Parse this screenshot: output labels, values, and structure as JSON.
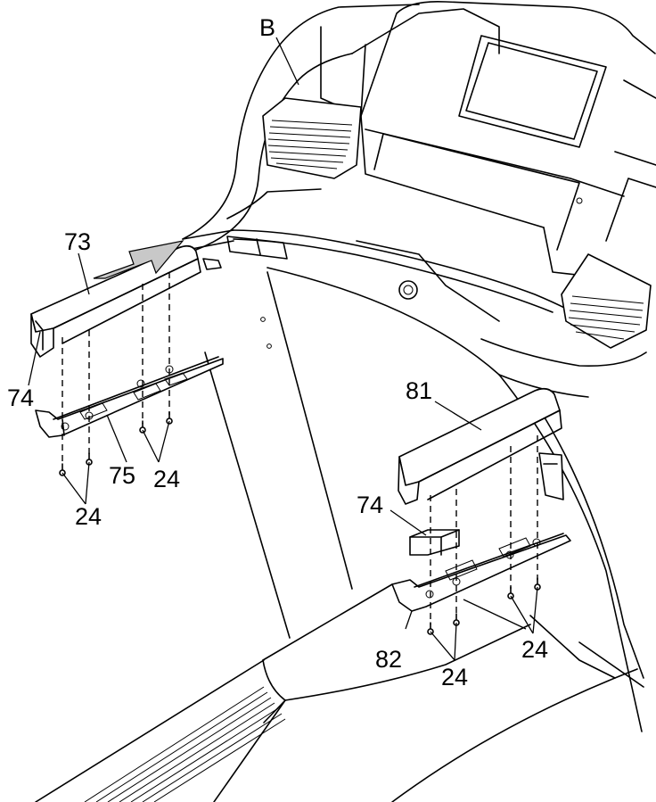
{
  "labels": {
    "console": "B",
    "left_cover": "73",
    "left_end_cap": "74",
    "left_rail": "75",
    "screws_left_front": "24",
    "screws_left_rear": "24",
    "right_cover": "81",
    "right_end_cap": "74",
    "right_rail": "82",
    "screws_right_front": "24",
    "screws_right_rear": "24"
  },
  "colors": {
    "line": "#000000",
    "arrow_fill": "#c8c8c8",
    "background": "#ffffff"
  }
}
